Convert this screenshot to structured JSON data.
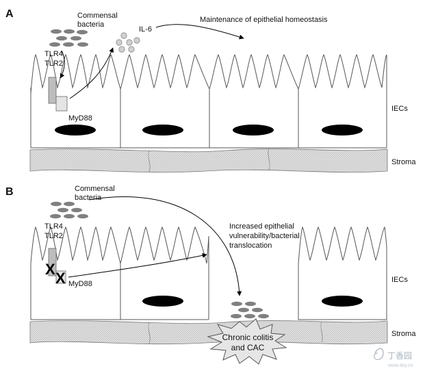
{
  "panel_a": {
    "letter": "A",
    "bacteria": [
      "Commensal",
      "bacteria"
    ],
    "tlr4": "TLR4",
    "tlr2": "TLR2",
    "myd88": "MyD88",
    "il6": "IL-6",
    "outcome": "Maintenance of epithelial homeostasis",
    "iecs": "IECs",
    "stroma": "Stroma"
  },
  "panel_b": {
    "letter": "B",
    "bacteria": [
      "Commensal",
      "bacteria"
    ],
    "tlr4": "TLR4",
    "tlr2": "TLR2",
    "myd88": "MyD88",
    "block_mark": "X",
    "outcome": [
      "Increased epithelial",
      "vulnerability/bacterial",
      "translocation"
    ],
    "iecs": "IECs",
    "stroma": "Stroma",
    "burst": [
      "Chronic colitis",
      "and CAC"
    ]
  },
  "watermark": {
    "brand": "丁香园",
    "url": "www.dxy.cn"
  },
  "colors": {
    "bacteria": "#808080",
    "il6": "#d0d0d0",
    "receptor": "#bdbdbd",
    "myd88": "#e4e4e4",
    "stroma": "#dcdcdc",
    "cell_outline": "#555555",
    "nucleus": "#000000",
    "watermark": "#9aa8b4"
  }
}
